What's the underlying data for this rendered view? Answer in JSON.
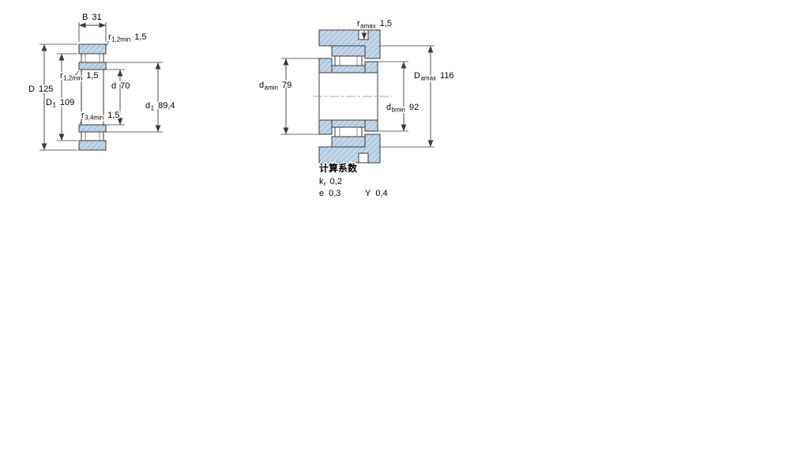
{
  "drawing": {
    "type": "bearing-dimension-drawing",
    "colors": {
      "section_fill": "#c3d6e8",
      "hatch_line": "#7da3c8",
      "outline": "#3a3a3a"
    }
  },
  "left_view": {
    "dims": {
      "B": {
        "prefix": "B",
        "value": "31"
      },
      "r12_top": {
        "prefix": "r",
        "sub": "1,2min",
        "value": "1,5"
      },
      "r12_side": {
        "prefix": "r",
        "sub": "1,2min",
        "value": "1,5"
      },
      "D": {
        "prefix": "D",
        "value": "125"
      },
      "D1": {
        "prefix": "D",
        "sub": "1",
        "value": "109"
      },
      "d": {
        "prefix": "d",
        "value": "70"
      },
      "r34": {
        "prefix": "r",
        "sub": "3,4min",
        "value": "1,5"
      },
      "d1": {
        "prefix": "d",
        "sub": "1",
        "value": "89,4"
      }
    }
  },
  "right_view": {
    "dims": {
      "ra": {
        "prefix": "r",
        "sub": "amax",
        "value": "1,5"
      },
      "da": {
        "prefix": "d",
        "sub": "amin",
        "value": "79"
      },
      "Da": {
        "prefix": "D",
        "sub": "amax",
        "value": "116"
      },
      "db": {
        "prefix": "d",
        "sub": "bmin",
        "value": "92"
      }
    }
  },
  "factors": {
    "heading": "计算系数",
    "k": {
      "prefix": "k",
      "sub": "r",
      "value": "0,2"
    },
    "e": {
      "prefix": "e",
      "value": "0,3"
    },
    "y": {
      "prefix": "Y",
      "value": "0,4"
    }
  }
}
